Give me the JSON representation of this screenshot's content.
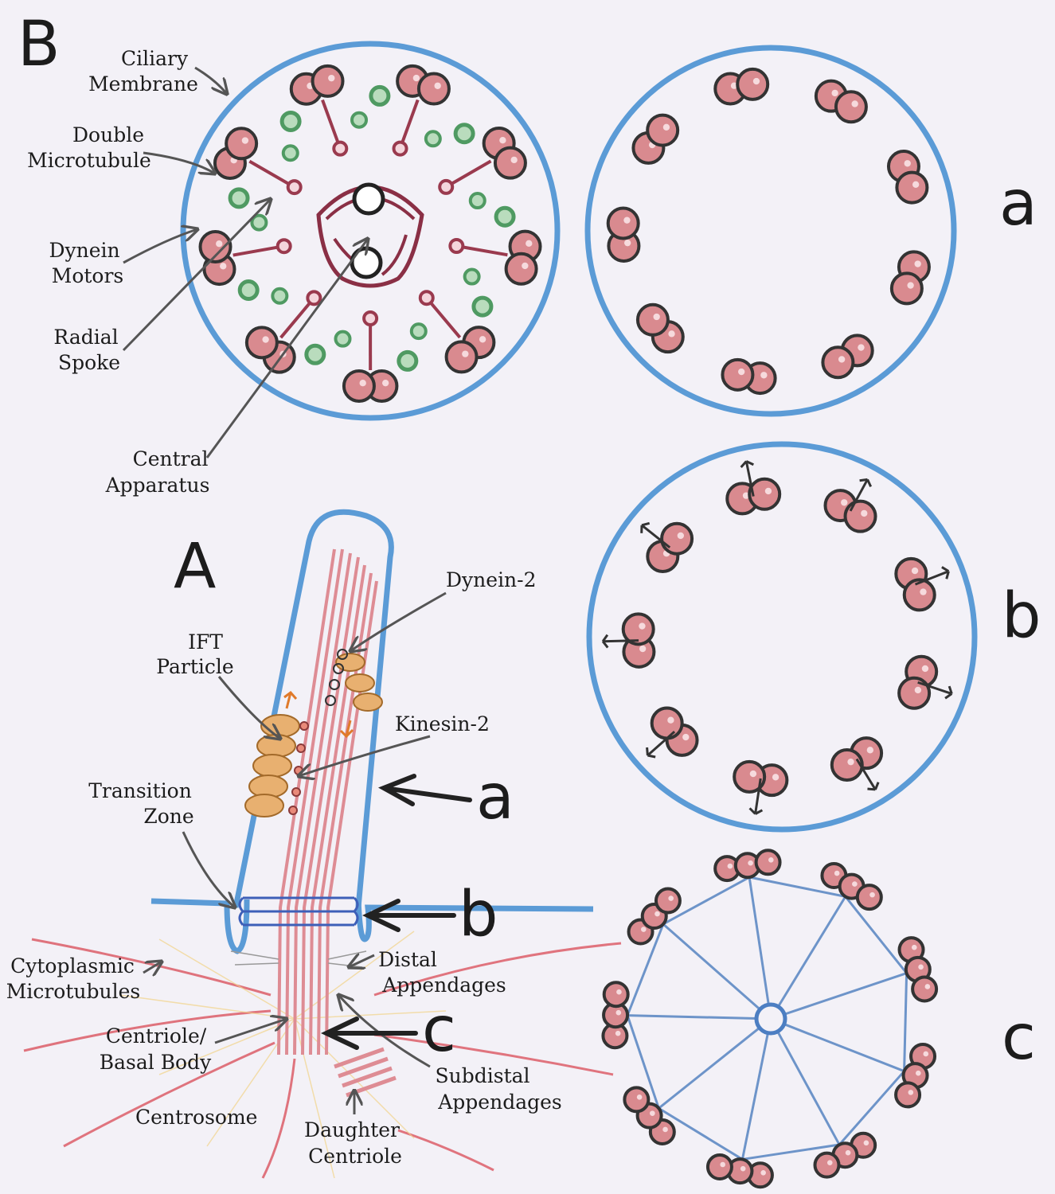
{
  "panels": {
    "main_cross_section": "B",
    "longitudinal": "A"
  },
  "sections": [
    "a",
    "b",
    "c"
  ],
  "labels": {
    "ciliary_membrane": [
      "Ciliary",
      "Membrane"
    ],
    "double_microtubule": [
      "Double",
      "Microtubule"
    ],
    "dynein_motors": [
      "Dynein",
      "Motors"
    ],
    "radial_spoke": [
      "Radial",
      "Spoke"
    ],
    "central_apparatus": [
      "Central",
      "Apparatus"
    ],
    "dynein_2": [
      "Dynein-2"
    ],
    "ift_particle": [
      "IFT",
      "Particle"
    ],
    "kinesin_2": [
      "Kinesin-2"
    ],
    "transition_zone": [
      "Transition",
      "Zone"
    ],
    "cytoplasmic_microtubules": [
      "Cytoplasmic",
      "Microtubules"
    ],
    "distal_appendages": [
      "Distal",
      "Appendages"
    ],
    "centriole_basal_body": [
      "Centriole/",
      "Basal Body"
    ],
    "subdistal_appendages": [
      "Subdistal",
      "Appendages"
    ],
    "centrosome": [
      "Centrosome"
    ],
    "daughter_centriole": [
      "Daughter",
      "Centriole"
    ]
  },
  "colors": {
    "membrane": "#5b9bd6",
    "microtubule_fill": "#d98a8f",
    "microtubule_outline": "#333333",
    "dynein": "#4f9a62",
    "spoke": "#9a3a4e",
    "ift": "#e8b070",
    "cytoplasmic": "#d94a55"
  }
}
